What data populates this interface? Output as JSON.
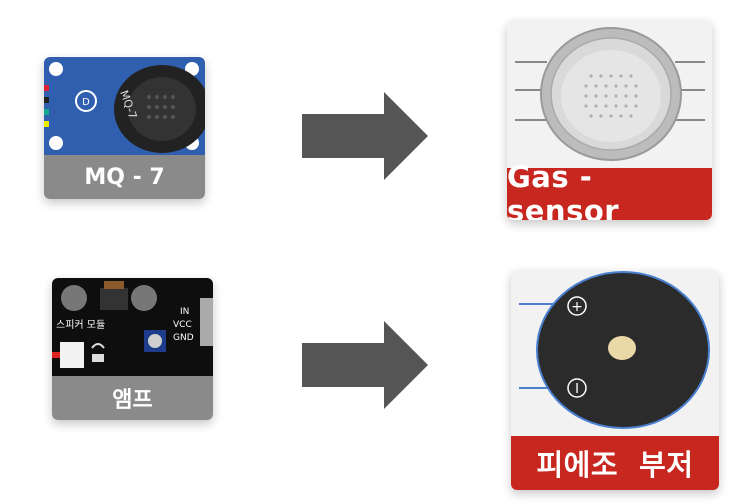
{
  "rows": [
    {
      "source_label": "MQ - 7",
      "source_chip_text": "MQ-7",
      "target_label": "Gas - sensor"
    },
    {
      "source_label": "앰프",
      "source_board_text": "스피커 모듈",
      "source_pins": [
        "IN",
        "VCC",
        "GND"
      ],
      "target_label": "피에조  부저",
      "target_terminals": {
        "positive": "+",
        "negative": "I"
      }
    }
  ],
  "colors": {
    "label_gray": "#8a8a8a",
    "label_red": "#c8271f",
    "arrow": "#555555",
    "board_blue": "#2f5fae"
  }
}
